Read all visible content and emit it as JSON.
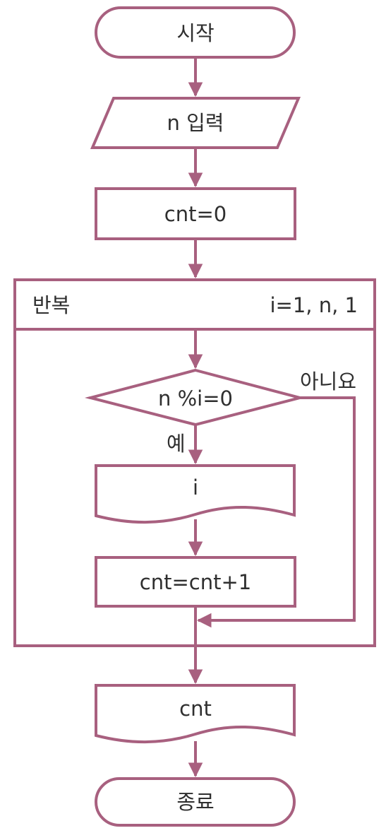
{
  "flowchart": {
    "start_label": "시작",
    "input_label": "n 입력",
    "init_label": "cnt=0",
    "loop": {
      "label": "반복",
      "range_label": "i=1, n, 1"
    },
    "decision": {
      "label": "n %i=0",
      "yes_label": "예",
      "no_label": "아니요"
    },
    "output_i_label": "i",
    "increment_label": "cnt=cnt+1",
    "output_cnt_label": "cnt",
    "end_label": "종료"
  },
  "colors": {
    "stroke": "#a8607f",
    "text": "#2f2f2f",
    "background": "#ffffff"
  }
}
